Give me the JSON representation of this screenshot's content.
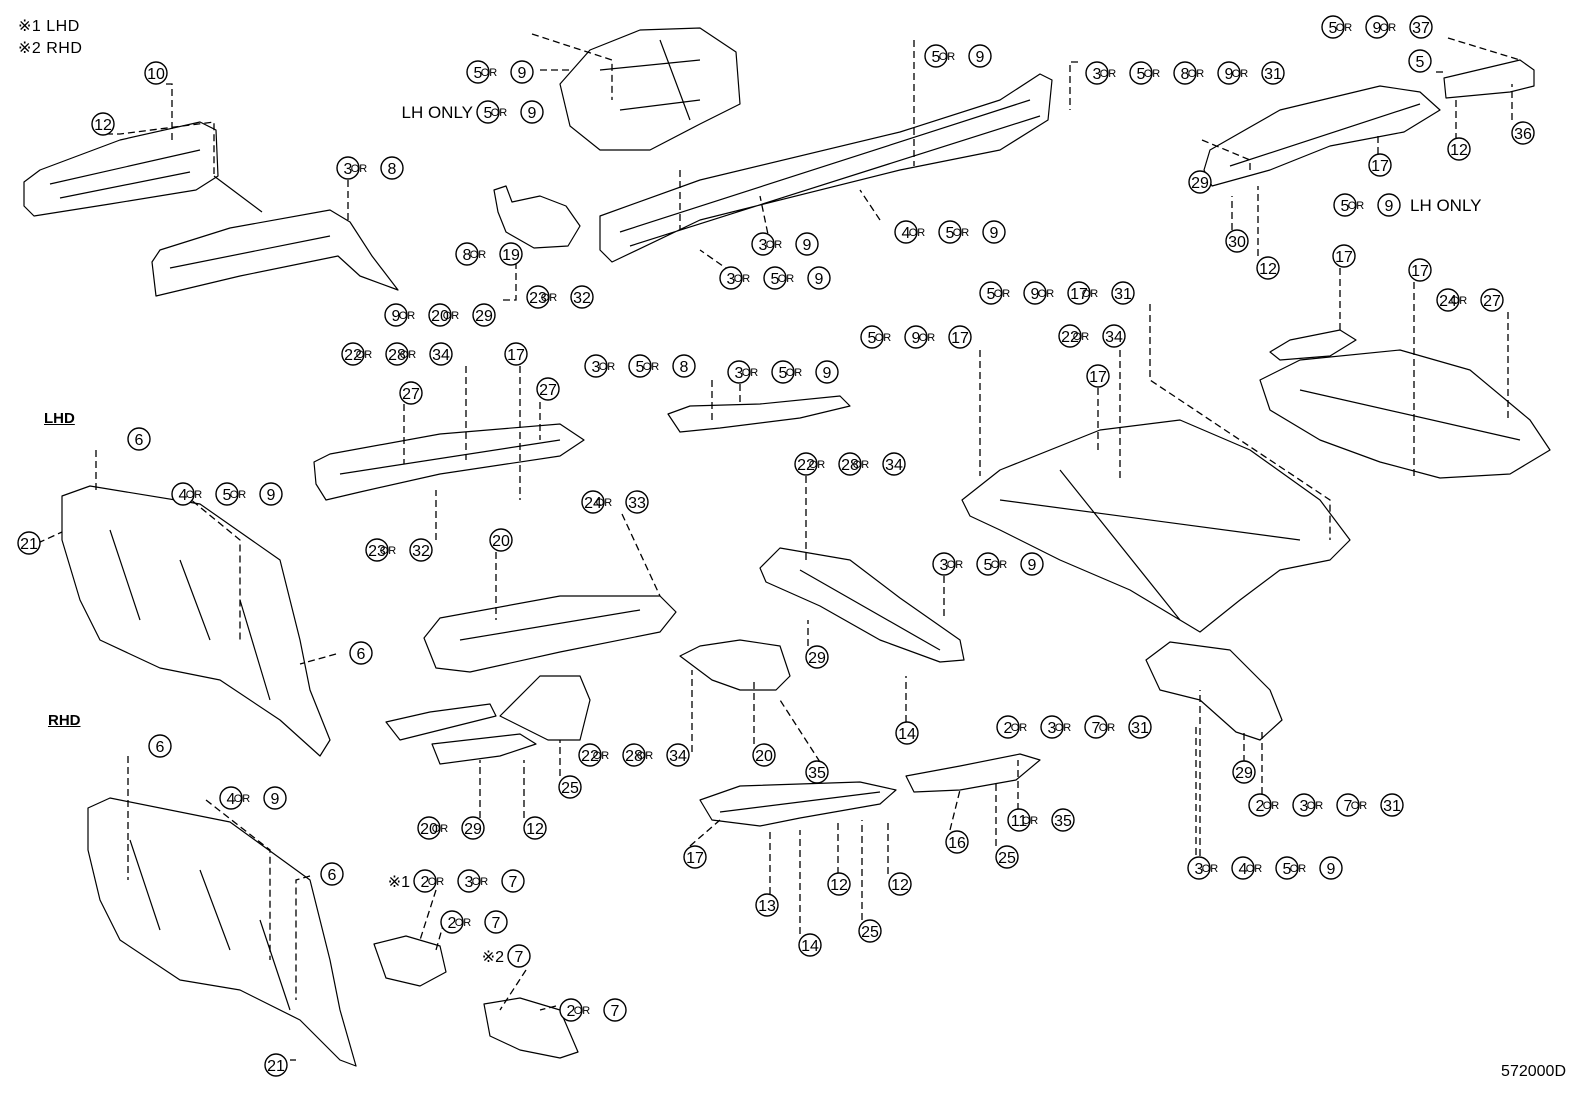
{
  "notes": [
    "※1 LHD",
    "※2 RHD"
  ],
  "side_labels": {
    "lhd": "LHD",
    "rhd": "RHD"
  },
  "lh_only": "LH ONLY",
  "or": "OR",
  "mark1": "※1",
  "mark2": "※2",
  "figure_code": "572000D",
  "callouts": [
    [
      "10"
    ],
    [
      "12"
    ],
    [
      "3",
      "8"
    ],
    [
      "5",
      "9"
    ],
    [
      "5",
      "9"
    ],
    [
      "8",
      "19"
    ],
    [
      "9",
      "20",
      "29"
    ],
    [
      "23",
      "32"
    ],
    [
      "5",
      "9"
    ],
    [
      "3",
      "5",
      "8",
      "9",
      "31"
    ],
    [
      "3",
      "9"
    ],
    [
      "4",
      "5",
      "9"
    ],
    [
      "3",
      "5",
      "9"
    ],
    [
      "5",
      "9",
      "37"
    ],
    [
      "5"
    ],
    [
      "36"
    ],
    [
      "12"
    ],
    [
      "17"
    ],
    [
      "29"
    ],
    [
      "5",
      "9"
    ],
    [
      "30"
    ],
    [
      "12"
    ],
    [
      "22",
      "28",
      "34"
    ],
    [
      "17"
    ],
    [
      "27"
    ],
    [
      "27"
    ],
    [
      "23",
      "32"
    ],
    [
      "3",
      "5",
      "8"
    ],
    [
      "3",
      "5",
      "9"
    ],
    [
      "5",
      "9",
      "17",
      "31"
    ],
    [
      "5",
      "9",
      "17"
    ],
    [
      "22",
      "34"
    ],
    [
      "17"
    ],
    [
      "17"
    ],
    [
      "17"
    ],
    [
      "24",
      "27"
    ],
    [
      "6"
    ],
    [
      "4",
      "5",
      "9"
    ],
    [
      "21"
    ],
    [
      "6"
    ],
    [
      "24",
      "33"
    ],
    [
      "20"
    ],
    [
      "22",
      "28",
      "34"
    ],
    [
      "3",
      "5",
      "9"
    ],
    [
      "29"
    ],
    [
      "14"
    ],
    [
      "22",
      "28",
      "34"
    ],
    [
      "20"
    ],
    [
      "35"
    ],
    [
      "25"
    ],
    [
      "20",
      "29"
    ],
    [
      "12"
    ],
    [
      "2",
      "3",
      "7",
      "31"
    ],
    [
      "29"
    ],
    [
      "2",
      "3",
      "7",
      "31"
    ],
    [
      "3",
      "4",
      "5",
      "9"
    ],
    [
      "17"
    ],
    [
      "12"
    ],
    [
      "12"
    ],
    [
      "13"
    ],
    [
      "14"
    ],
    [
      "25"
    ],
    [
      "16"
    ],
    [
      "25"
    ],
    [
      "11",
      "35"
    ],
    [
      "6"
    ],
    [
      "4",
      "9"
    ],
    [
      "6"
    ],
    [
      "21"
    ],
    [
      "2",
      "3",
      "7"
    ],
    [
      "2",
      "7"
    ],
    [
      "7"
    ],
    [
      "2",
      "7"
    ]
  ]
}
